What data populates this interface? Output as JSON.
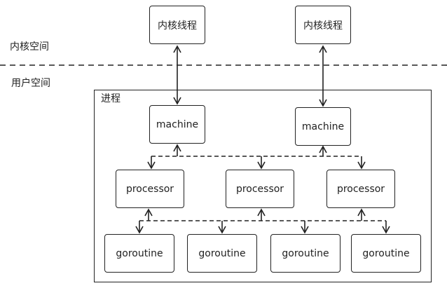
{
  "regions": {
    "kernel_space": "内核空间",
    "user_space": "用户空间",
    "process": "进程"
  },
  "kernel_threads": [
    {
      "label": "内核线程"
    },
    {
      "label": "内核线程"
    }
  ],
  "machines": [
    {
      "label": "machine"
    },
    {
      "label": "machine"
    }
  ],
  "processors": [
    {
      "label": "processor"
    },
    {
      "label": "processor"
    },
    {
      "label": "processor"
    }
  ],
  "goroutines": [
    {
      "label": "goroutine"
    },
    {
      "label": "goroutine"
    },
    {
      "label": "goroutine"
    },
    {
      "label": "goroutine"
    }
  ],
  "colors": {
    "stroke": "#222222",
    "background": "#ffffff"
  }
}
